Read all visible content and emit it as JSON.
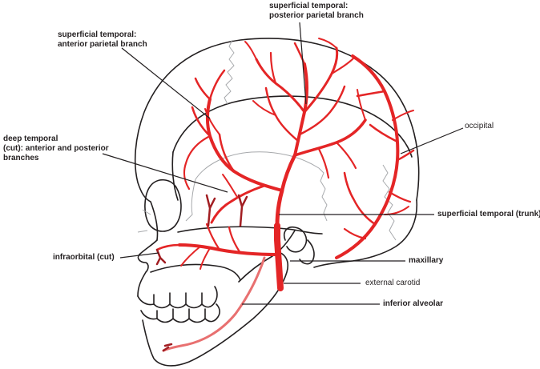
{
  "colors": {
    "artery": "#e42526",
    "artery_dark": "#8b1a1a",
    "artery_cut": "#a21e22",
    "outline": "#231f20",
    "suture": "#a7a9ac",
    "leader": "#231f20",
    "text": "#231f20"
  },
  "labels": {
    "posterior_parietal": [
      "superficial temporal:",
      "posterior parietal branch"
    ],
    "anterior_parietal": [
      "superficial temporal:",
      "anterior parietal branch"
    ],
    "occipital": "occipital",
    "deep_temporal": [
      "deep temporal",
      "(cut): anterior and posterior",
      "branches"
    ],
    "superficial_temporal_trunk": "superficial temporal (trunk)",
    "infraorbital": "infraorbital (cut)",
    "maxillary": "maxillary",
    "external_carotid": "external carotid",
    "inferior_alveolar": "inferior alveolar"
  }
}
